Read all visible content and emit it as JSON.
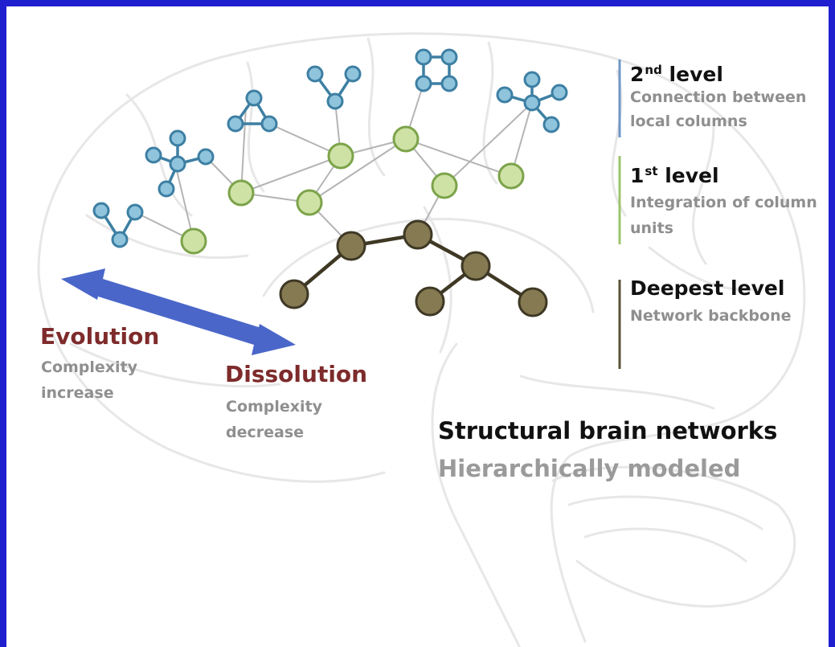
{
  "levels": {
    "second": {
      "number": "2",
      "suffix": "nd",
      "word": "level",
      "description_line1": "Connection between",
      "description_line2": "local columns",
      "color": "#6f97c7"
    },
    "first": {
      "number": "1",
      "suffix": "st",
      "word": "level",
      "description_line1": "Integration of column",
      "description_line2": "units",
      "color": "#9cc46e"
    },
    "deepest": {
      "title": "Deepest level",
      "description": "Network backbone",
      "color": "#5b5239"
    }
  },
  "evolution": {
    "title": "Evolution",
    "line1": "Complexity",
    "line2": "increase"
  },
  "dissolution": {
    "title": "Dissolution",
    "line1": "Complexity",
    "line2": "decrease"
  },
  "caption": {
    "line1": "Structural brain networks",
    "line2": "Hierarchically modeled"
  },
  "colors": {
    "frame": "#1f1fd0",
    "arrow": "#4a66c9",
    "node_blue_fill": "#8fc4dc",
    "node_blue_stroke": "#3d7fa3",
    "node_green_fill": "#cfe2a6",
    "node_green_stroke": "#7ca34a",
    "node_brown_fill": "#857a52",
    "node_brown_stroke": "#3e3824",
    "edge_gray": "#b4b4b4",
    "edge_brown": "#3e3824",
    "title_red": "#7e2b2b",
    "text_gray": "#8f8f8f"
  }
}
